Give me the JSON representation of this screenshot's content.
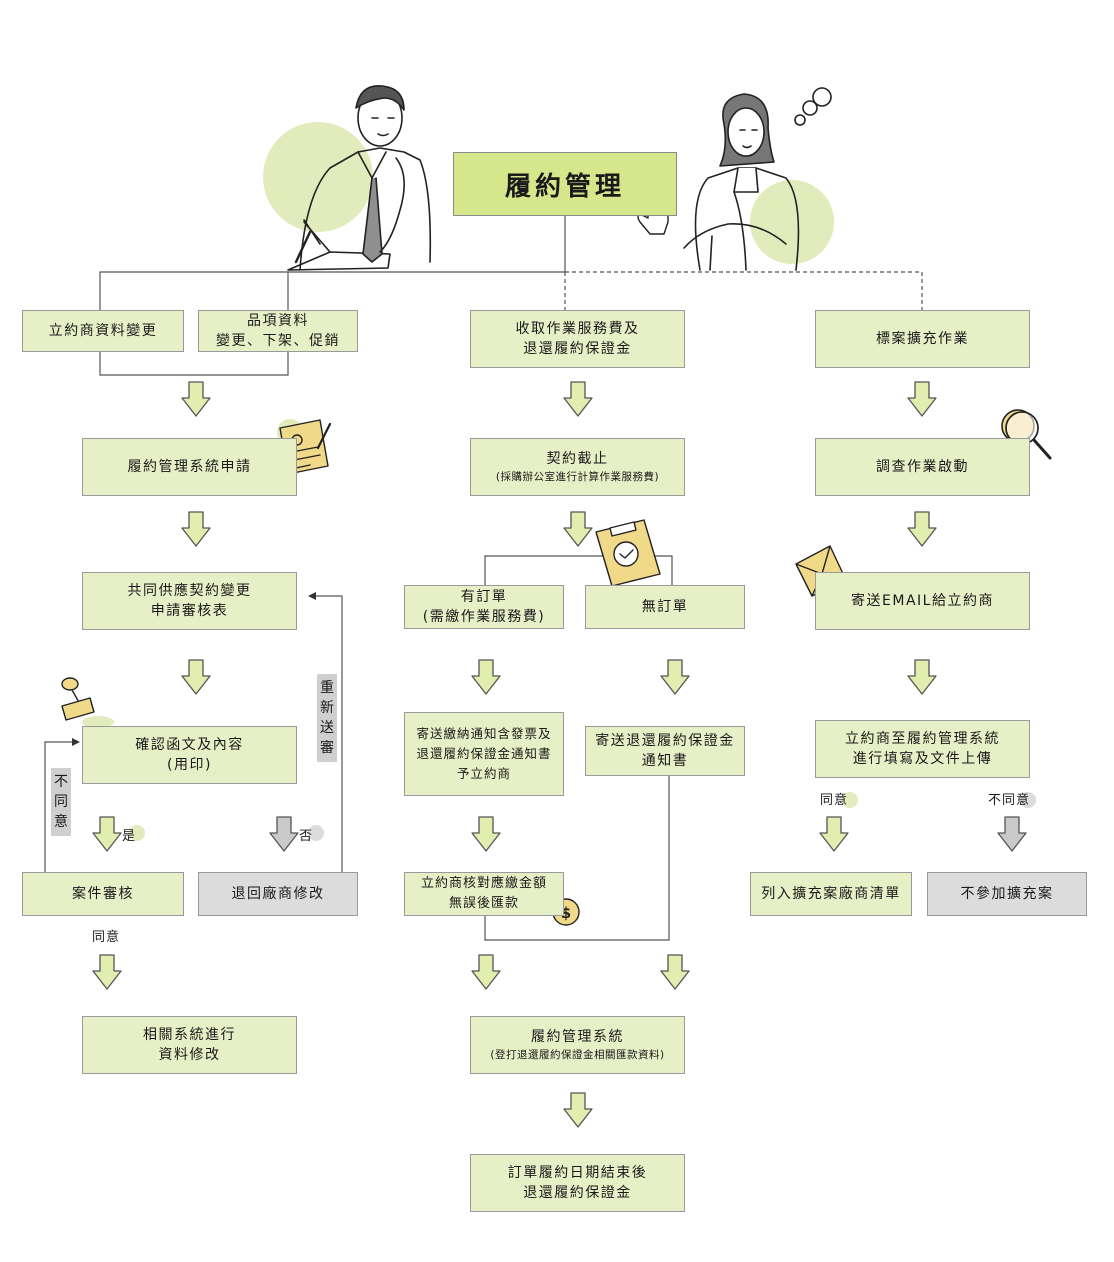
{
  "title": "履約管理",
  "colors": {
    "box_fill": "#e6efc5",
    "title_fill": "#d6e68a",
    "gray_fill": "#dcdcdc",
    "arrow_fill": "#e2edb0",
    "gray_arrow": "#c9c9c9",
    "circle_bg": "#e1ebbb"
  },
  "icons": [
    "businessman-illustration",
    "thinking-woman-illustration",
    "pointer-hand-icon",
    "contract-document-icon",
    "magnifier-icon",
    "clipboard-check-icon",
    "envelope-icon",
    "rubber-stamp-icon",
    "dollar-coin-icon"
  ],
  "left": {
    "vendor_change": "立約商資料變更",
    "item_change_line1": "品項資料",
    "item_change_line2": "變更、下架、促銷",
    "system_apply": "履約管理系統申請",
    "review_form_line1": "共同供應契約變更",
    "review_form_line2": "申請審核表",
    "confirm_line1": "確認函文及內容",
    "confirm_line2": "(用印)",
    "case_review": "案件審核",
    "return_vendor": "退回廠商修改",
    "resubmit": [
      "重",
      "新",
      "送",
      "審"
    ],
    "disagree": [
      "不",
      "同",
      "意"
    ],
    "yes": "是",
    "no": "否",
    "agree": "同意",
    "system_modify_line1": "相關系統進行",
    "system_modify_line2": "資料修改"
  },
  "middle": {
    "fee_line1": "收取作業服務費及",
    "fee_line2": "退還履約保證金",
    "contract_end": "契約截止",
    "contract_end_sub": "(採購辦公室進行計算作業服務費)",
    "has_order_line1": "有訂單",
    "has_order_line2": "(需繳作業服務費)",
    "no_order": "無訂單",
    "send_notice_line1": "寄送繳納通知含發票及",
    "send_notice_line2": "退還履約保證金通知書",
    "send_notice_line3": "予立約商",
    "send_return_line1": "寄送退還履約保證金",
    "send_return_line2": "通知書",
    "verify_line1": "立約商核對應繳金額",
    "verify_line2": "無誤後匯款",
    "sys_record": "履約管理系統",
    "sys_record_sub": "(登打退還履約保證金相關匯款資料)",
    "final_line1": "訂單履約日期結束後",
    "final_line2": "退還履約保證金"
  },
  "right": {
    "expand": "標案擴充作業",
    "investigate": "調查作業啟動",
    "email": "寄送EMAIL給立約商",
    "fill_line1": "立約商至履約管理系統",
    "fill_line2": "進行填寫及文件上傳",
    "agree": "同意",
    "disagree": "不同意",
    "include": "列入擴充案廠商清單",
    "exclude": "不參加擴充案"
  }
}
